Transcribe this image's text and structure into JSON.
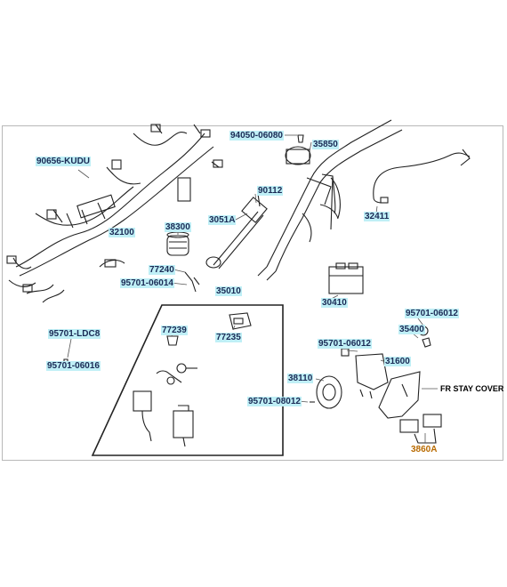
{
  "parts": [
    {
      "id": "p1",
      "number": "90656-KUDU",
      "color": "#bfeff6",
      "style": "cyan"
    },
    {
      "id": "p2",
      "number": "94050-06080",
      "color": "#bfeff6",
      "style": "cyan"
    },
    {
      "id": "p3",
      "number": "35850",
      "color": "#bfeff6",
      "style": "cyan"
    },
    {
      "id": "p4",
      "number": "90112",
      "color": "#bfeff6",
      "style": "cyan"
    },
    {
      "id": "p5",
      "number": "3051A",
      "color": "#bfeff6",
      "style": "cyan"
    },
    {
      "id": "p6",
      "number": "32100",
      "color": "#bfeff6",
      "style": "cyan"
    },
    {
      "id": "p7",
      "number": "38300",
      "color": "#bfeff6",
      "style": "cyan"
    },
    {
      "id": "p8",
      "number": "32411",
      "color": "#bfeff6",
      "style": "cyan"
    },
    {
      "id": "p9",
      "number": "77240",
      "color": "#bfeff6",
      "style": "cyan"
    },
    {
      "id": "p10",
      "number": "95701-06014",
      "color": "#bfeff6",
      "style": "cyan"
    },
    {
      "id": "p11",
      "number": "35010",
      "color": "#bfeff6",
      "style": "cyan"
    },
    {
      "id": "p12",
      "number": "30410",
      "color": "#bfeff6",
      "style": "cyan"
    },
    {
      "id": "p13",
      "number": "95701-06012",
      "color": "#bfeff6",
      "style": "cyan"
    },
    {
      "id": "p14",
      "number": "95701-LDC8",
      "color": "#bfeff6",
      "style": "cyan"
    },
    {
      "id": "p15",
      "number": "77239",
      "color": "#bfeff6",
      "style": "cyan"
    },
    {
      "id": "p16",
      "number": "77235",
      "color": "#bfeff6",
      "style": "cyan"
    },
    {
      "id": "p17",
      "number": "35400",
      "color": "#bfeff6",
      "style": "cyan"
    },
    {
      "id": "p18",
      "number": "95701-06012",
      "color": "#bfeff6",
      "style": "cyan"
    },
    {
      "id": "p19",
      "number": "95701-06016",
      "color": "#bfeff6",
      "style": "cyan"
    },
    {
      "id": "p20",
      "number": "31600",
      "color": "#bfeff6",
      "style": "cyan"
    },
    {
      "id": "p21",
      "number": "38110",
      "color": "#bfeff6",
      "style": "cyan"
    },
    {
      "id": "p22",
      "number": "95701-08012",
      "color": "#bfeff6",
      "style": "cyan"
    },
    {
      "id": "p23",
      "number": "FR STAY COVER",
      "color": "#ffffff",
      "style": "plain"
    },
    {
      "id": "p24",
      "number": "3860A",
      "color": "#b86a00",
      "style": "orange"
    }
  ]
}
